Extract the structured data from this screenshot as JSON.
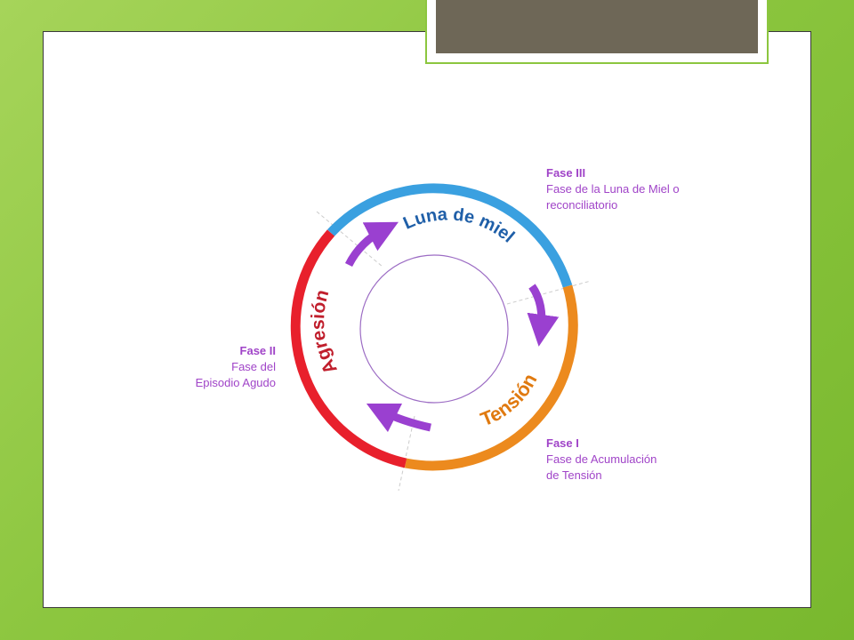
{
  "diagram": {
    "inner_labels": {
      "top": "Luna de miel",
      "right": "Tensión",
      "left": "Agresión"
    },
    "phases": [
      {
        "title": "Fase III",
        "desc_line1": "Fase de la Luna de Miel o",
        "desc_line2": "reconciliatorio"
      },
      {
        "title": "Fase II",
        "desc_line1": "Fase del",
        "desc_line2": "Episodio Agudo"
      },
      {
        "title": "Fase I",
        "desc_line1": "Fase de Acumulación",
        "desc_line2": "de Tensión"
      }
    ]
  },
  "colors": {
    "background_green": "#8cc63f",
    "title_bar": "#6e6757",
    "arc_blue": "#3aa0e0",
    "arc_orange": "#ec8a1e",
    "arc_red": "#e8202c",
    "arrow_purple": "#9a40d0",
    "text_blue": "#1f5fa8",
    "text_orange": "#e07a10",
    "text_red": "#c01e2c",
    "caption_purple": "#a044c8"
  }
}
